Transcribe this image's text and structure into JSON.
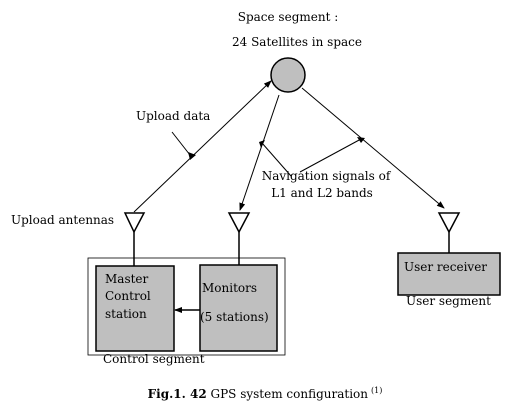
{
  "space_segment": {
    "title": "Space segment :",
    "subtitle": "24 Satellites in space"
  },
  "labels": {
    "upload_data": "Upload data",
    "upload_antennas": "Upload antennas",
    "nav_signals_line1": "Navigation signals of",
    "nav_signals_line2": "L1 and L2 bands"
  },
  "control_segment": {
    "label": "Control segment",
    "master_line1": "Master",
    "master_line2": "Control",
    "master_line3": "station",
    "monitors_line1": "Monitors",
    "monitors_line2": "(5 stations)"
  },
  "user_segment": {
    "box_label": "User receiver",
    "label": "User segment"
  },
  "caption": {
    "bold": "Fig.1. 42",
    "text": " GPS system configuration",
    "sup": "(1)"
  },
  "colors": {
    "box_fill": "#bfbfbf",
    "satellite_fill": "#bfbfbf",
    "stroke": "#000000"
  }
}
